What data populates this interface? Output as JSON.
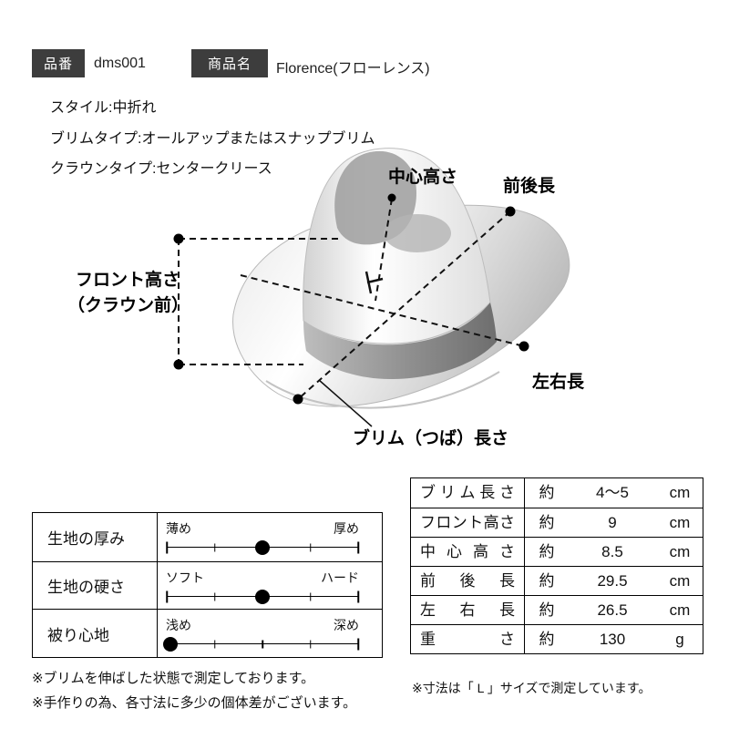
{
  "header": {
    "product_number_label": "品番",
    "product_number_value": "dms001",
    "product_name_label": "商品名",
    "product_name_value": "Florence(フローレンス)"
  },
  "details": {
    "style": "スタイル:中折れ",
    "brim_type": "ブリムタイプ:オールアップまたはスナップブリム",
    "crown_type": "クラウンタイプ:センタークリース"
  },
  "diagram": {
    "labels": {
      "center_height": "中心高さ",
      "front_back_length": "前後長",
      "front_height_line1": "フロント高さ",
      "front_height_line2": "（クラウン前）",
      "left_right_length": "左右長",
      "brim_length": "ブリム（つば）長さ"
    }
  },
  "scales": {
    "rows": [
      {
        "label": "生地の厚み",
        "min": "薄め",
        "max": "厚め",
        "percent": 50
      },
      {
        "label": "生地の硬さ",
        "min": "ソフト",
        "max": "ハード",
        "percent": 50
      },
      {
        "label": "被り心地",
        "min": "浅め",
        "max": "深め",
        "percent": 2
      }
    ]
  },
  "measurements": {
    "rows": [
      {
        "label": "ブリム長さ",
        "approx": "約",
        "value": "4〜5",
        "unit": "cm"
      },
      {
        "label": "フロント高さ",
        "approx": "約",
        "value": "9",
        "unit": "cm"
      },
      {
        "label": "中心高さ",
        "approx": "約",
        "value": "8.5",
        "unit": "cm"
      },
      {
        "label": "前後長",
        "approx": "約",
        "value": "29.5",
        "unit": "cm"
      },
      {
        "label": "左右長",
        "approx": "約",
        "value": "26.5",
        "unit": "cm"
      },
      {
        "label": "重さ",
        "approx": "約",
        "value": "130",
        "unit": "g"
      }
    ]
  },
  "footnotes": {
    "left1": "※ブリムを伸ばした状態で測定しております。",
    "left2": "※手作りの為、各寸法に多少の個体差がございます。",
    "right": "※寸法は「 L 」サイズで測定しています。"
  }
}
